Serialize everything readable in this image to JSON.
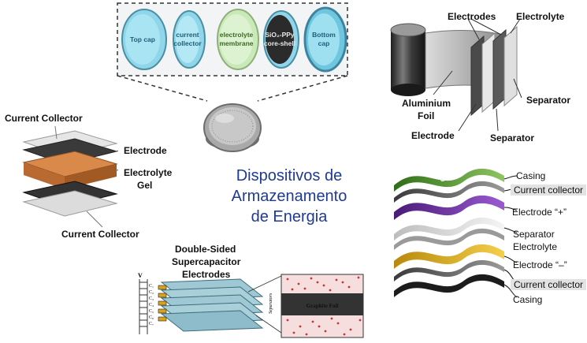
{
  "title": {
    "line1": "Dispositivos de",
    "line2": "Armazenamento",
    "line3": "de Energia"
  },
  "coin_cell": {
    "discs": [
      {
        "line1": "Top cap",
        "line2": ""
      },
      {
        "line1": "current",
        "line2": "collector"
      },
      {
        "line1": "electrolyte",
        "line2": "membrane"
      },
      {
        "line1": "SiO₂-PPy",
        "line2": "core-shell"
      },
      {
        "line1": "Bottom",
        "line2": "cap"
      }
    ]
  },
  "laminate": {
    "current_collector_top": "Current Collector",
    "electrode": "Electrode",
    "electrolyte_line1": "Electrolyte",
    "electrolyte_line2": "Gel",
    "current_collector_bottom": "Current Collector"
  },
  "roll": {
    "electrodes": "Electrodes",
    "electrolyte": "Electrolyte",
    "aluminium_line1": "Aluminium",
    "aluminium_line2": "Foil",
    "separator_right": "Separator",
    "electrode": "Electrode",
    "separator_bottom": "Separator"
  },
  "supercap": {
    "heading_line1": "Double-Sided",
    "heading_line2": "Supercapacitor",
    "heading_line3": "Electrodes",
    "graphite": "Graphite Foil",
    "separators": "Separators",
    "voltage": "V",
    "cells": [
      "C₁",
      "C₂",
      "C₃",
      "C₄",
      "C₅",
      "C₆",
      "C₇"
    ]
  },
  "flexible": {
    "casing_top": "Casing",
    "current_collector_top": "Current collector",
    "electrode_plus": "Electrode “+”",
    "separator": "Separator",
    "electrolyte": "Electrolyte",
    "electrode_minus": "Electrode “–”",
    "current_collector_bottom": "Current collector",
    "casing_bottom": "Casing"
  },
  "colors": {
    "title": "#1f3a93",
    "disc_cyan": "#9fe0f0",
    "disc_green": "#d4eec6",
    "disc_dark": "#2b2b2b",
    "electrolyte_gel": "#c87a3e",
    "layer_green": "#4b8f2a",
    "layer_purple": "#6a2a9c",
    "layer_yellow": "#e4b21c",
    "label_highlight": "#e2e2e2"
  }
}
